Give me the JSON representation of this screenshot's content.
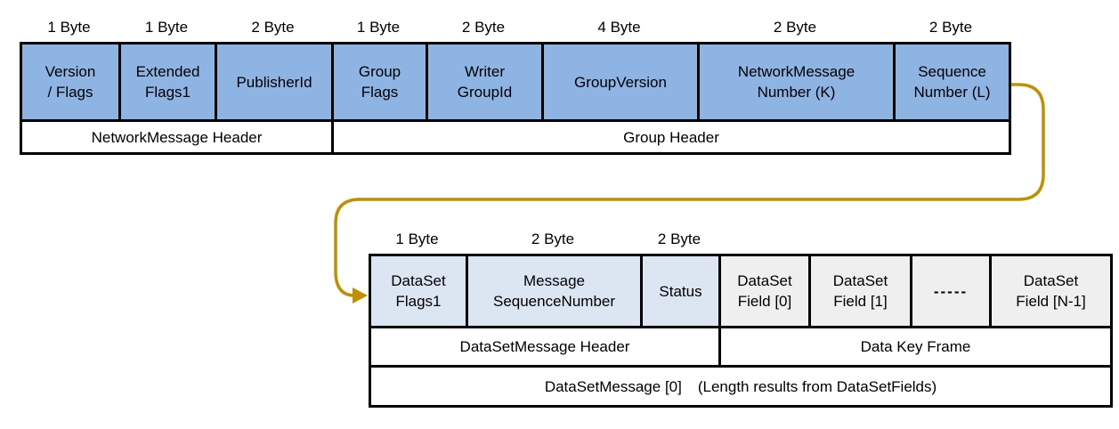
{
  "colors": {
    "field_blue": "#8EB4E3",
    "field_light_blue": "#DCE6F2",
    "field_gray": "#EFEFEF",
    "arrow_gold": "#BF9000",
    "border_black": "#000000"
  },
  "network_message_block": {
    "byte_labels": [
      "1 Byte",
      "1 Byte",
      "2 Byte",
      "1 Byte",
      "2 Byte",
      "4 Byte",
      "2 Byte",
      "2 Byte"
    ],
    "fields": [
      "Version\n/ Flags",
      "Extended\nFlags1",
      "PublisherId",
      "Group\nFlags",
      "Writer\nGroupId",
      "GroupVersion",
      "NetworkMessage\nNumber (K)",
      "Sequence\nNumber (L)"
    ],
    "sections": [
      "NetworkMessage Header",
      "Group Header"
    ]
  },
  "dataset_message_block": {
    "byte_labels": [
      "1 Byte",
      "2 Byte",
      "2 Byte"
    ],
    "fields": [
      "DataSet\nFlags1",
      "Message\nSequenceNumber",
      "Status",
      "DataSet\nField [0]",
      "DataSet\nField [1]",
      "-----",
      "DataSet\nField [N-1]"
    ],
    "sections": [
      "DataSetMessage Header",
      "Data Key Frame"
    ],
    "bottom_label": "DataSetMessage [0]",
    "bottom_note": "(Length results from DataSetFields)"
  }
}
